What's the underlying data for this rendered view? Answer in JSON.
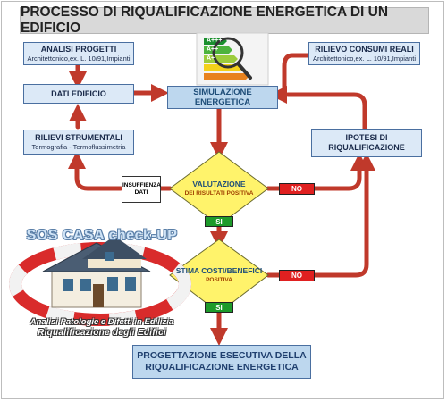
{
  "title": "PROCESSO DI RIQUALIFICAZIONE ENERGETICA DI UN EDIFICIO",
  "boxes": {
    "analisi": {
      "title": "ANALISI PROGETTI",
      "subtitle": "Architettonico,ex. L. 10/91,Impianti"
    },
    "rilievo": {
      "title": "RILIEVO CONSUMI REALI",
      "subtitle": "Architettonico,ex. L. 10/91,Impianti"
    },
    "dati": {
      "title": "DATI EDIFICIO"
    },
    "simulazione": {
      "title": "SIMULAZIONE ENERGETICA"
    },
    "rilievi": {
      "title": "RILIEVI STRUMENTALI",
      "subtitle": "Termografia - Termoflussimetria"
    },
    "ipotesi": {
      "title": "IPOTESI DI RIQUALIFICAZIONE"
    },
    "insufficienza": {
      "line1": "INSUFFIENZA",
      "line2": "DATI"
    },
    "finale": {
      "line1": "PROGETTAZIONE ESECUTIVA DELLA",
      "line2": "RIQUALIFICAZIONE ENERGETICA"
    }
  },
  "diamonds": {
    "valutazione": {
      "line1": "VALUTAZIONE",
      "line2": "DEI RISULTATI POSITIVA"
    },
    "stima": {
      "line1": "STIMA COSTI/BENEFICI",
      "line2": "POSITIVA"
    }
  },
  "tags": {
    "no1": "NO",
    "no2": "NO",
    "si1": "SI",
    "si2": "SI"
  },
  "logo": {
    "title": "SOS CASA check-UP",
    "line1": "Analisi Patologie e Difetti  in Edilizia",
    "line2": "Riqualificazione degli Edifici"
  },
  "energy_labels": [
    "A+++",
    "A++",
    "A+"
  ],
  "colors": {
    "arrow": "#c0392b",
    "box_fill": "#dce9f7",
    "diamond_fill": "#fff36b",
    "no": "#e02020",
    "si": "#1d9a2a"
  }
}
